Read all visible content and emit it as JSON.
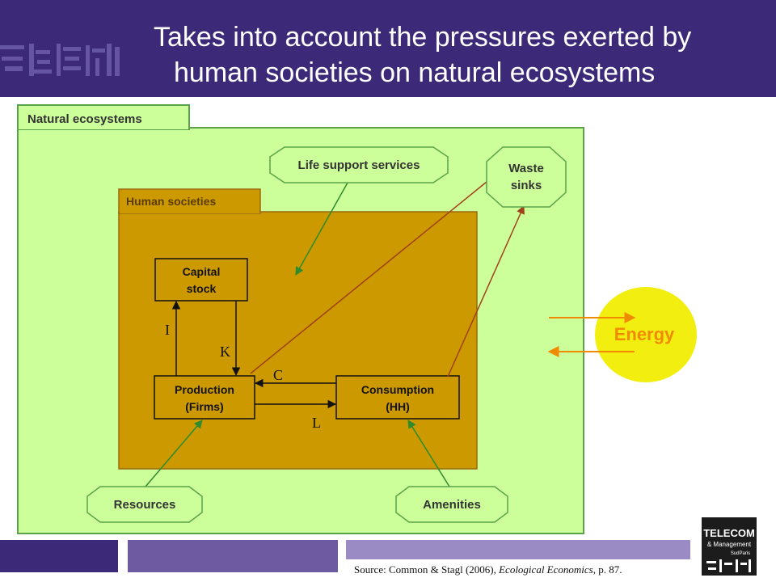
{
  "header": {
    "title_line1": "Takes into account the pressures exerted by",
    "title_line2": "human societies on natural ecosystems"
  },
  "diagram": {
    "outer_label": "Natural ecosystems",
    "inner_label": "Human societies",
    "nodes": {
      "capital": [
        "Capital",
        "stock"
      ],
      "production": [
        "Production",
        "(Firms)"
      ],
      "consumption": [
        "Consumption",
        "(HH)"
      ],
      "life_support": "Life support services",
      "waste": [
        "Waste",
        "sinks"
      ],
      "resources": "Resources",
      "amenities": "Amenities",
      "energy": "Energy"
    },
    "flows": {
      "i": "I",
      "k": "K",
      "c": "C",
      "l": "L"
    }
  },
  "footer": {
    "source_prefix": "Source: Common & Stagl (2006), ",
    "source_title": "Ecological Economics",
    "source_suffix": ", p. 87.",
    "logo_text": [
      "TELECOM",
      "& Management",
      "SudParis"
    ]
  },
  "colors": {
    "header": "#3c2a78",
    "natural_fill": "#ccff99",
    "natural_border": "#5ba34a",
    "human_fill": "#cc9900",
    "human_border": "#9a6a10",
    "green_arrow": "#2e8b2e",
    "brown_arrow": "#a0401a",
    "energy_fill": "#f2ee10",
    "energy_text": "#f08a00",
    "bar_dark": "#3c2a78",
    "bar_mid": "#6d5aa0",
    "bar_light": "#9b8bc4"
  }
}
